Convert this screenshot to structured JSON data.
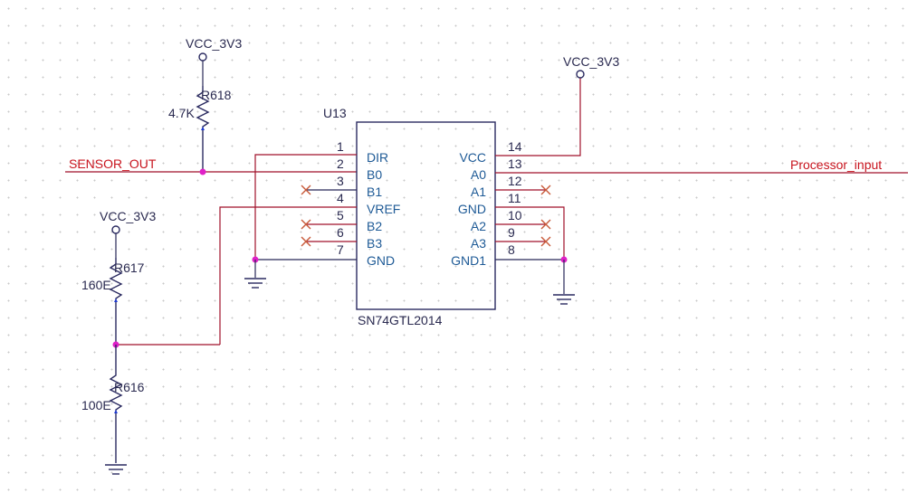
{
  "colors": {
    "wire": "#a0102a",
    "component": "#2a2a60",
    "net_label": "#c8141e",
    "pin_name": "#1e5a96",
    "junction": "#e020c8",
    "no_connect": "#c85a3a"
  },
  "power": {
    "vcc_r618": "VCC_3V3",
    "vcc_u13": "VCC_3V3",
    "vcc_r617": "VCC_3V3"
  },
  "resistors": {
    "r618": {
      "ref": "R618",
      "value": "4.7K"
    },
    "r617": {
      "ref": "R617",
      "value": "160E"
    },
    "r616": {
      "ref": "R616",
      "value": "100E"
    }
  },
  "ic": {
    "ref": "U13",
    "part": "SN74GTL2014",
    "left_pins": [
      {
        "num": "1",
        "name": "DIR"
      },
      {
        "num": "2",
        "name": "B0"
      },
      {
        "num": "3",
        "name": "B1"
      },
      {
        "num": "4",
        "name": "VREF"
      },
      {
        "num": "5",
        "name": "B2"
      },
      {
        "num": "6",
        "name": "B3"
      },
      {
        "num": "7",
        "name": "GND"
      }
    ],
    "right_pins": [
      {
        "num": "14",
        "name": "VCC"
      },
      {
        "num": "13",
        "name": "A0"
      },
      {
        "num": "12",
        "name": "A1"
      },
      {
        "num": "11",
        "name": "GND"
      },
      {
        "num": "10",
        "name": "A2"
      },
      {
        "num": "9",
        "name": "A3"
      },
      {
        "num": "8",
        "name": "GND1"
      }
    ]
  },
  "nets": {
    "sensor_out": "SENSOR_OUT",
    "processor_input": "Processor_input"
  }
}
